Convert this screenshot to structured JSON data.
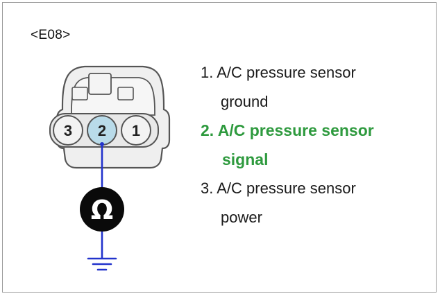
{
  "connector": {
    "id": "<E08>",
    "pins": [
      {
        "number": "3",
        "highlighted": false
      },
      {
        "number": "2",
        "highlighted": true
      },
      {
        "number": "1",
        "highlighted": false
      }
    ]
  },
  "meter": {
    "symbol": "Ω"
  },
  "pin_descriptions": [
    {
      "line1": "1. A/C pressure sensor",
      "line2": "ground",
      "active": false
    },
    {
      "line1": "2. A/C pressure sensor",
      "line2": "signal",
      "active": true
    },
    {
      "line1": "3. A/C pressure sensor",
      "line2": "power",
      "active": false
    }
  ],
  "colors": {
    "wire": "#2233cc",
    "active_text": "#2e9a3e",
    "pin_highlight": "#b9dbe9",
    "connector_fill": "#eeeeee",
    "connector_stroke": "#555555"
  }
}
